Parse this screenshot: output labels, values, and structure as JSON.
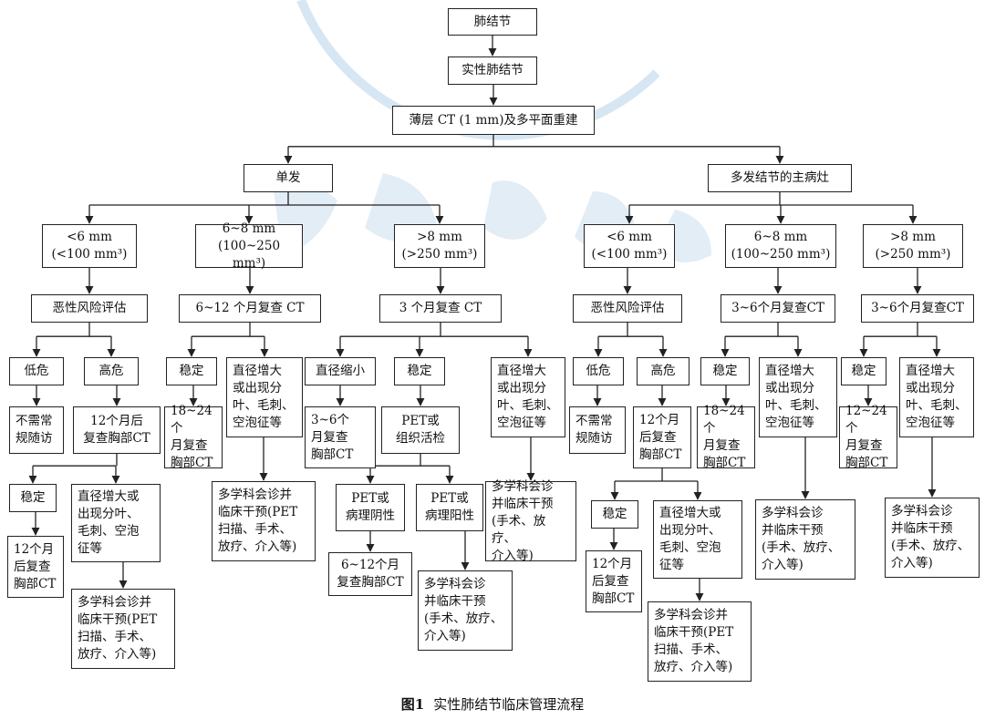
{
  "caption": {
    "label": "图1",
    "title": "实性肺结节临床管理流程"
  },
  "nodes": {
    "root": "肺结节",
    "solid": "实性肺结节",
    "ct": "薄层 CT (1 mm)及多平面重建",
    "single": "单发",
    "multi": "多发结节的主病灶",
    "s_lt6": "<6 mm\n(<100 mm³)",
    "s_6to8": "6~8 mm\n(100~250 mm³)",
    "s_gt8": ">8 mm\n(>250 mm³)",
    "m_lt6": "<6 mm\n(<100 mm³)",
    "m_6to8": "6~8 mm\n(100~250 mm³)",
    "m_gt8": ">8 mm\n(>250 mm³)",
    "s_risk": "恶性风险评估",
    "s_ct612": "6~12 个月复查 CT",
    "s_ct3": "3 个月复查 CT",
    "m_risk": "恶性风险评估",
    "m_ct36a": "3~6个月复查CT",
    "m_ct36b": "3~6个月复查CT",
    "s_low": "低危",
    "s_high": "高危",
    "s_stable1": "稳定",
    "s_grow1": "直径增大\n或出现分\n叶、毛刺、\n空泡征等",
    "s_shrink": "直径缩小",
    "s_stable2": "稳定",
    "s_grow2": "直径增大\n或出现分\n叶、毛刺、\n空泡征等",
    "m_low": "低危",
    "m_high": "高危",
    "m_stable1": "稳定",
    "m_grow1": "直径增大\n或出现分\n叶、毛刺、\n空泡征等",
    "m_stable2": "稳定",
    "m_grow2": "直径增大\n或出现分\n叶、毛刺、\n空泡征等",
    "s_nofollow": "不需常\n规随访",
    "s_ct12": "12个月后\n复查胸部CT",
    "s_ct1824": "18~24个\n月复查\n胸部CT",
    "s_mdt1": "多学科会诊并\n临床干预(PET\n扫描、手术、\n放疗、介入等)",
    "s_ct36": "3~6个\n月复查\n胸部CT",
    "s_pet": "PET或\n组织活检",
    "s_mdt2": "多学科会诊\n并临床干预\n(手术、放疗、\n介入等)",
    "s_stable3": "稳定",
    "s_grow3": "直径增大或\n出现分叶、\n毛刺、空泡\n征等",
    "s_petneg": "PET或\n病理阴性",
    "s_petpos": "PET或\n病理阳性",
    "s_ct12b": "12个月\n后复查\n胸部CT",
    "s_mdt3": "多学科会诊并\n临床干预(PET\n扫描、手术、\n放疗、介入等)",
    "s_ct612b": "6~12个月\n复查胸部CT",
    "s_mdt4": "多学科会诊\n并临床干预\n(手术、放疗、\n介入等)",
    "m_nofollow": "不需常\n规随访",
    "m_ct12": "12个月\n后复查\n胸部CT",
    "m_ct1824": "18~24个\n月复查\n胸部CT",
    "m_mdt1": "多学科会诊\n并临床干预\n(手术、放疗、\n介入等)",
    "m_ct1224": "12~24个\n月复查\n胸部CT",
    "m_mdt2": "多学科会诊\n并临床干预\n(手术、放疗、\n介入等)",
    "m_stable3": "稳定",
    "m_grow3": "直径增大或\n出现分叶、\n毛刺、空泡\n征等",
    "m_ct12b": "12个月\n后复查\n胸部CT",
    "m_mdt3": "多学科会诊并\n临床干预(PET\n扫描、手术、\n放疗、介入等)"
  },
  "edges": [
    [
      "root",
      "solid"
    ],
    [
      "solid",
      "ct"
    ],
    [
      "ct",
      "single",
      "multi"
    ],
    [
      "single",
      "s_lt6",
      "s_6to8",
      "s_gt8"
    ],
    [
      "multi",
      "m_lt6",
      "m_6to8",
      "m_gt8"
    ],
    [
      "s_lt6",
      "s_risk"
    ],
    [
      "s_6to8",
      "s_ct612"
    ],
    [
      "s_gt8",
      "s_ct3"
    ],
    [
      "m_lt6",
      "m_risk"
    ],
    [
      "m_6to8",
      "m_ct36a"
    ],
    [
      "m_gt8",
      "m_ct36b"
    ],
    [
      "s_risk",
      "s_low",
      "s_high"
    ],
    [
      "s_ct612",
      "s_stable1",
      "s_grow1"
    ],
    [
      "s_ct3",
      "s_shrink",
      "s_stable2",
      "s_grow2"
    ],
    [
      "m_risk",
      "m_low",
      "m_high"
    ],
    [
      "m_ct36a",
      "m_stable1",
      "m_grow1"
    ],
    [
      "m_ct36b",
      "m_stable2",
      "m_grow2"
    ],
    [
      "s_low",
      "s_nofollow"
    ],
    [
      "s_high",
      "s_ct12"
    ],
    [
      "s_stable1",
      "s_ct1824"
    ],
    [
      "s_grow1",
      "s_mdt1"
    ],
    [
      "s_shrink",
      "s_ct36"
    ],
    [
      "s_stable2",
      "s_pet"
    ],
    [
      "s_grow2",
      "s_mdt2"
    ],
    [
      "m_low",
      "m_nofollow"
    ],
    [
      "m_high",
      "m_ct12"
    ],
    [
      "m_stable1",
      "m_ct1824"
    ],
    [
      "m_grow1",
      "m_mdt1"
    ],
    [
      "m_stable2",
      "m_ct1224"
    ],
    [
      "m_grow2",
      "m_mdt2"
    ],
    [
      "s_ct12",
      "s_stable3",
      "s_grow3"
    ],
    [
      "s_pet",
      "s_petneg",
      "s_petpos"
    ],
    [
      "m_ct12",
      "m_stable3",
      "m_grow3"
    ],
    [
      "s_stable3",
      "s_ct12b"
    ],
    [
      "s_grow3",
      "s_mdt3"
    ],
    [
      "s_petneg",
      "s_ct612b"
    ],
    [
      "s_petpos",
      "s_mdt4"
    ],
    [
      "m_stable3",
      "m_ct12b"
    ],
    [
      "m_grow3",
      "m_mdt3"
    ]
  ],
  "colors": {
    "line": "#222222",
    "watermark": "#cfe1ef"
  }
}
